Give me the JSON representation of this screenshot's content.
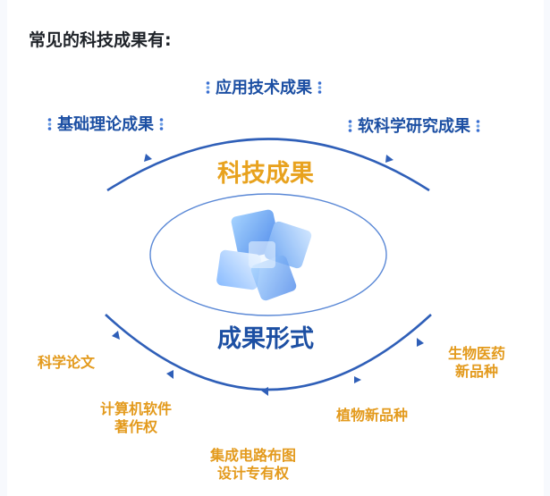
{
  "heading": "常见的科技成果有:",
  "top_labels": {
    "left": "基础理论成果",
    "middle": "应用技术成果",
    "right": "软科学研究成果"
  },
  "center_top": "科技成果",
  "center_bottom": "成果形式",
  "forms": {
    "paper": "科学论文",
    "software_1": "计算机软件",
    "software_2": "著作权",
    "ic_1": "集成电路布图",
    "ic_2": "设计专有权",
    "plant": "植物新品种",
    "bio_1": "生物医药",
    "bio_2": "新品种"
  },
  "colors": {
    "blue_text": "#1c4fa3",
    "orange_text": "#e39a1c",
    "arc": "#2f5fb8",
    "accent_gold": "#e8a21e",
    "cube": "#5d9cf2"
  }
}
